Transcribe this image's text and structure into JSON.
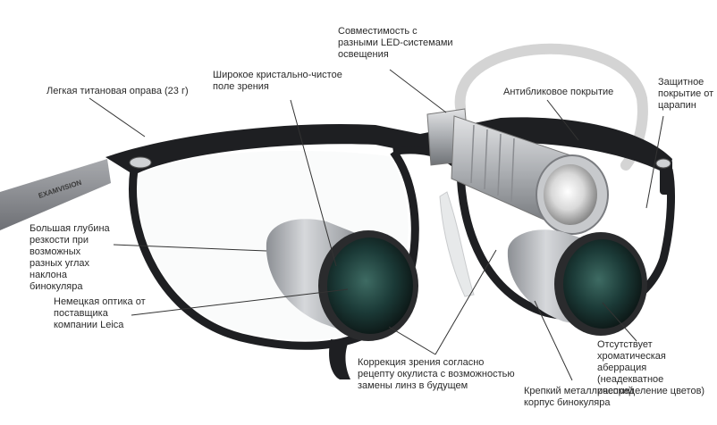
{
  "brand": "EXAMVISION",
  "labels": {
    "frame": "Легкая титановая оправа (23 г)",
    "field": "Широкое кристально-чистое\nполе зрения",
    "led": "Совместимость с\nразными LED-системами\nосвещения",
    "antiglare": "Антибликовое покрытие",
    "scratch": "Защитное\nпокрытие от\nцарапин",
    "depth": "Большая глубина\nрезкости при\nвозможных\nразных углах\nнаклона\nбинокуляра",
    "leica": "Немецкая оптика от\nпоставщика\nкомпании Leica",
    "correction": "Коррекция зрения согласно\nрецепту окулиста с возможностью\nзамены линз в будущем",
    "housing": "Крепкий металлический\nкорпус бинокуляра",
    "aberration": "Отсутствует\nхроматическая аберрация\n(неадекватное\nраспределение цветов)"
  },
  "colors": {
    "frame": "#1e1f22",
    "temple": "#8d8f93",
    "metal": "#b9bcc0",
    "lens_glass": "#1d3d3a",
    "cable": "#d4d4d4",
    "leader_line": "#333333",
    "text": "#2a2a2a"
  }
}
